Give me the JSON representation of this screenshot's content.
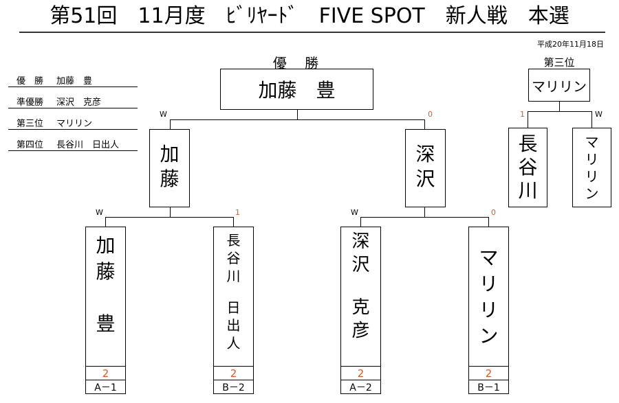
{
  "title": "第51回　11月度　ﾋﾞﾘﾔｰﾄﾞ　FIVE SPOT　新人戦　本選",
  "date": "平成20年11月18日",
  "champion_heading": "優 勝",
  "champion_name": "加藤　豊",
  "third_heading": "第三位",
  "third_name": "マリリン",
  "results": [
    {
      "label": "優　勝",
      "name": "加藤　豊"
    },
    {
      "label": "準優勝",
      "name": "深沢　克彦"
    },
    {
      "label": "第三位",
      "name": "マリリン"
    },
    {
      "label": "第四位",
      "name": "長谷川　日出人"
    }
  ],
  "final": {
    "left": {
      "mark": "W",
      "chars": [
        "加",
        "藤"
      ]
    },
    "right": {
      "mark": "0",
      "chars": [
        "深",
        "沢"
      ]
    }
  },
  "third_match": {
    "left": {
      "mark": "1",
      "chars": [
        "長",
        "谷",
        "川"
      ]
    },
    "right": {
      "mark": "W",
      "chars": [
        "マ",
        "リ",
        "リ",
        "ン"
      ]
    }
  },
  "first_round": [
    {
      "mark": "W",
      "chars": [
        "加",
        "藤",
        "",
        "豊"
      ],
      "score": "2",
      "label": "A－1"
    },
    {
      "mark": "1",
      "chars": [
        "長",
        "谷",
        "川",
        "",
        "日",
        "出",
        "人"
      ],
      "score": "2",
      "label": "B－2"
    },
    {
      "mark": "W",
      "chars": [
        "深",
        "沢",
        "",
        "克",
        "彦"
      ],
      "score": "2",
      "label": "A－2"
    },
    {
      "mark": "0",
      "chars": [
        "マ",
        "リ",
        "リ",
        "ン"
      ],
      "score": "2",
      "label": "B－1"
    }
  ],
  "colors": {
    "accent": "#e0541a",
    "line": "#000000"
  }
}
